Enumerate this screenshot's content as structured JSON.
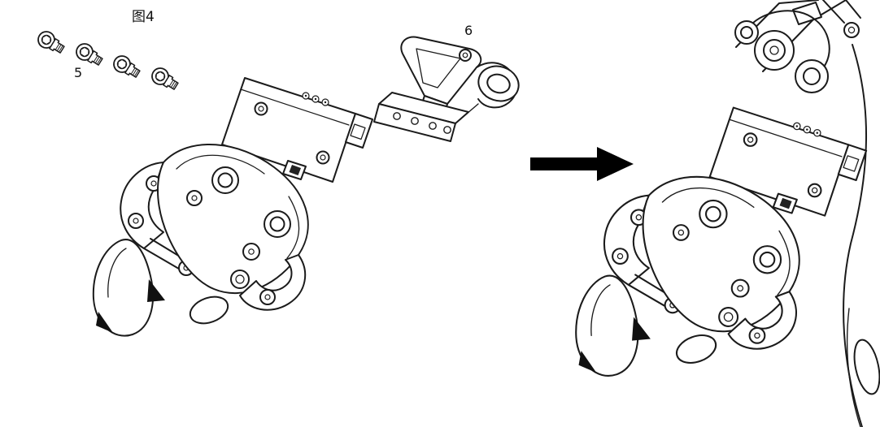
{
  "figure": {
    "label": "图4"
  },
  "parts": {
    "screws": {
      "label": "5",
      "name": "socket-head-cap-screws",
      "count": 4
    },
    "bracket": {
      "label": "6",
      "name": "mounting-bracket"
    }
  },
  "arrow": {
    "direction": "right"
  },
  "colors": {
    "line": "#1b1b1b",
    "background": "#ffffff",
    "arrow": "#000000"
  }
}
